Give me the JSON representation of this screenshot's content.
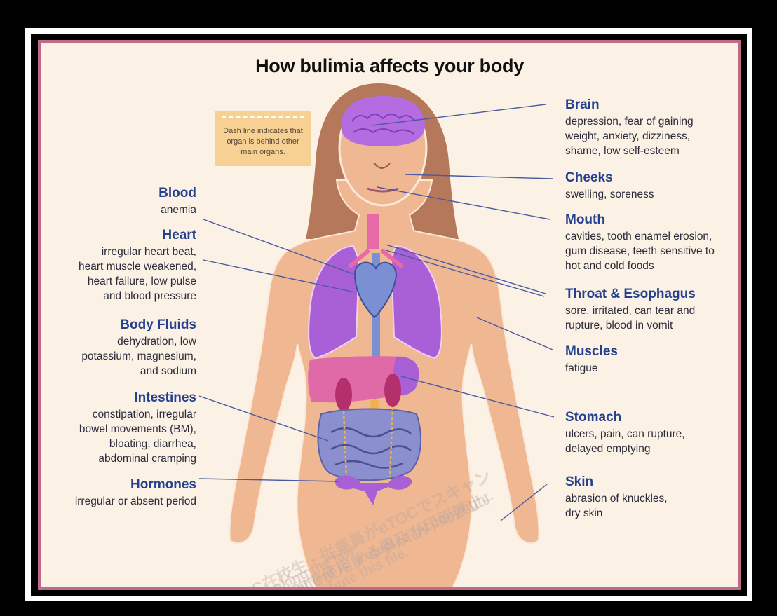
{
  "title": "How bulimia affects your body",
  "note": "Dash line indicates that organ is behind other main organs.",
  "right": {
    "brain": {
      "head": "Brain",
      "lines": [
        "depression, fear of gaining",
        "weight, anxiety, dizziness,",
        "shame, low self-esteem"
      ]
    },
    "cheeks": {
      "head": "Cheeks",
      "lines": [
        "swelling, soreness"
      ]
    },
    "mouth": {
      "head": "Mouth",
      "lines": [
        "cavities, tooth enamel erosion,",
        "gum disease, teeth sensitive to",
        "hot and cold foods"
      ]
    },
    "throat": {
      "head": "Throat & Esophagus",
      "lines": [
        "sore, irritated, can tear and",
        "rupture, blood in vomit"
      ]
    },
    "muscles": {
      "head": "Muscles",
      "lines": [
        "fatigue"
      ]
    },
    "stomach": {
      "head": "Stomach",
      "lines": [
        "ulcers, pain, can rupture,",
        "delayed emptying"
      ]
    },
    "skin": {
      "head": "Skin",
      "lines": [
        "abrasion of knuckles,",
        "dry skin"
      ]
    }
  },
  "left": {
    "blood": {
      "head": "Blood",
      "lines": [
        "anemia"
      ]
    },
    "heart": {
      "head": "Heart",
      "lines": [
        "irregular heart beat,",
        "heart muscle weakened,",
        "heart failure, low pulse",
        "and blood pressure"
      ]
    },
    "fluids": {
      "head": "Body Fluids",
      "lines": [
        "dehydration, low",
        "potassium, magnesium,",
        "and sodium"
      ]
    },
    "intestines": {
      "head": "Intestines",
      "lines": [
        "constipation, irregular",
        "bowel movements (BM),",
        "bloating, diarrhea,",
        "abdominal cramping"
      ]
    },
    "hormones": {
      "head": "Hormones",
      "lines": [
        "irregular or absent period"
      ]
    }
  },
  "watermark": [
    "eTOC在校生・従業員がeTOCでスキャン",
    "以外の目的で使用する事及び印刷禁止。",
    "This document is protected by copyright.",
    "Breaking the law",
    "distribute this file."
  ],
  "colors": {
    "panel": "#fbf1e4",
    "heading": "#25408f",
    "skin": "#efb893",
    "hair": "#b5785a",
    "brain": "#b36de0",
    "lungs": "#a95fd6",
    "heart": "#7b8fd3",
    "liver": "#e06aa8",
    "kidney": "#b4306c",
    "intestine": "#8b8fce"
  }
}
